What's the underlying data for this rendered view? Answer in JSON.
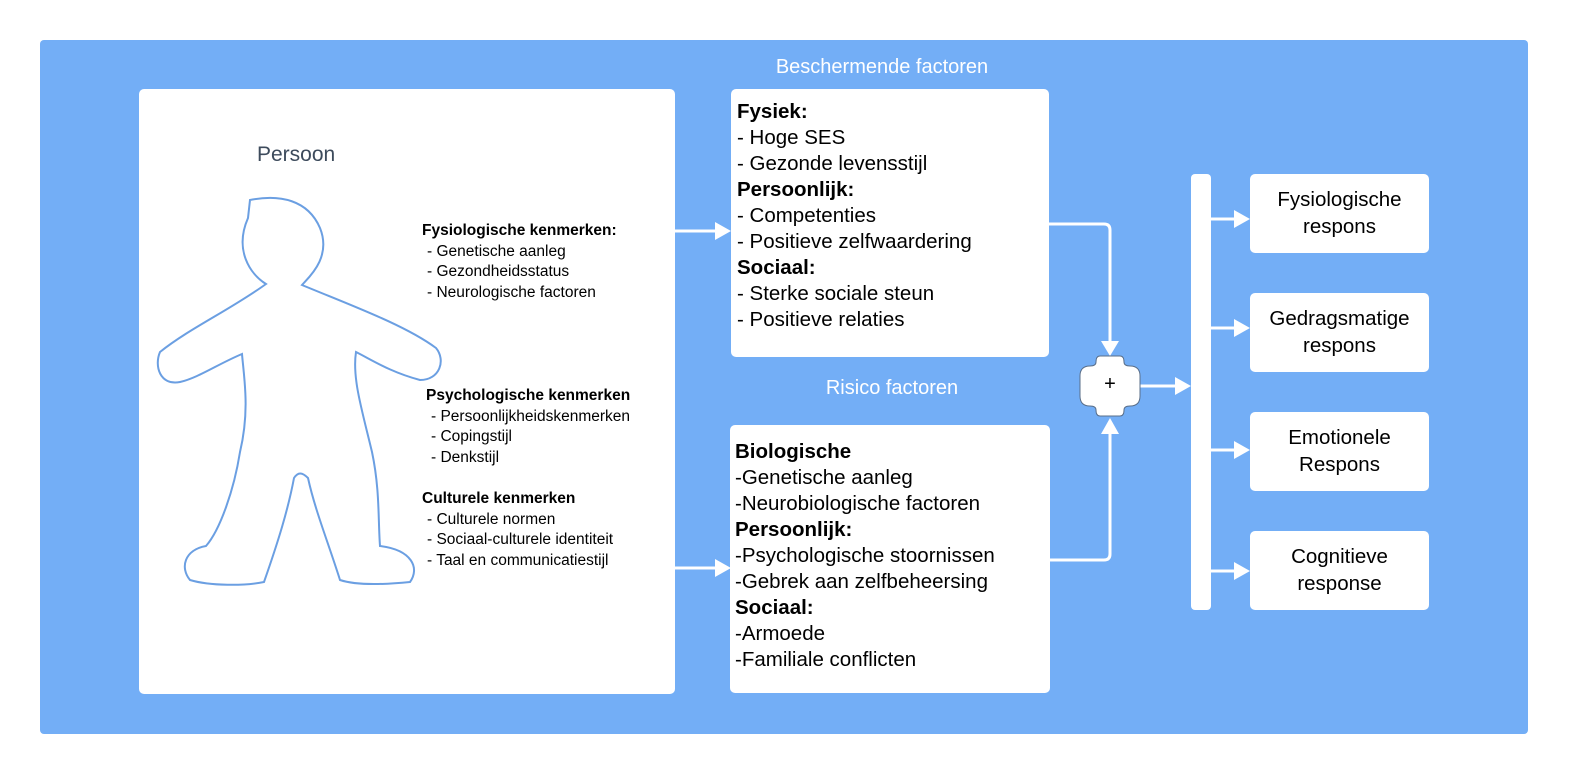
{
  "colors": {
    "panel_background": "#73aef6",
    "box_fill": "#ffffff",
    "figure_outline": "#6b9fe2",
    "arrow": "#ffffff"
  },
  "person": {
    "label": "Persoon",
    "icon": "person-outline-icon",
    "groups": [
      {
        "heading": "Fysiologische kenmerken:",
        "items": [
          "- Genetische aanleg",
          "- Gezondheidsstatus",
          "- Neurologische factoren"
        ]
      },
      {
        "heading": "Psychologische kenmerken",
        "items": [
          "- Persoonlijkheidskenmerken",
          "- Copingstijl",
          "- Denkstijl"
        ]
      },
      {
        "heading": "Culturele kenmerken",
        "items": [
          "- Culturele normen",
          "- Sociaal-culturele identiteit",
          "- Taal en communicatiestijl"
        ]
      }
    ]
  },
  "protective": {
    "title": "Beschermende factoren",
    "sections": [
      {
        "heading": "Fysiek:",
        "items": [
          "- Hoge SES",
          "- Gezonde levensstijl"
        ]
      },
      {
        "heading": "Persoonlijk:",
        "items": [
          "- Competenties",
          "- Positieve zelfwaardering"
        ]
      },
      {
        "heading": "Sociaal:",
        "items": [
          "- Sterke sociale steun",
          "- Positieve relaties"
        ]
      }
    ]
  },
  "risk": {
    "title": "Risico factoren",
    "sections": [
      {
        "heading": "Biologische",
        "items": [
          "-Genetische aanleg",
          "-Neurobiologische factoren"
        ]
      },
      {
        "heading": "Persoonlijk:",
        "items": [
          "-Psychologische stoornissen",
          "-Gebrek aan zelfbeheersing"
        ]
      },
      {
        "heading": "Sociaal:",
        "items": [
          "-Armoede",
          "-Familiale conflicten"
        ]
      }
    ]
  },
  "combine": {
    "symbol": "+"
  },
  "responses": [
    {
      "line1": "Fysiologische",
      "line2": "respons"
    },
    {
      "line1": "Gedragsmatige",
      "line2": "respons"
    },
    {
      "line1": "Emotionele",
      "line2": "Respons"
    },
    {
      "line1": "Cognitieve",
      "line2": "response"
    }
  ]
}
